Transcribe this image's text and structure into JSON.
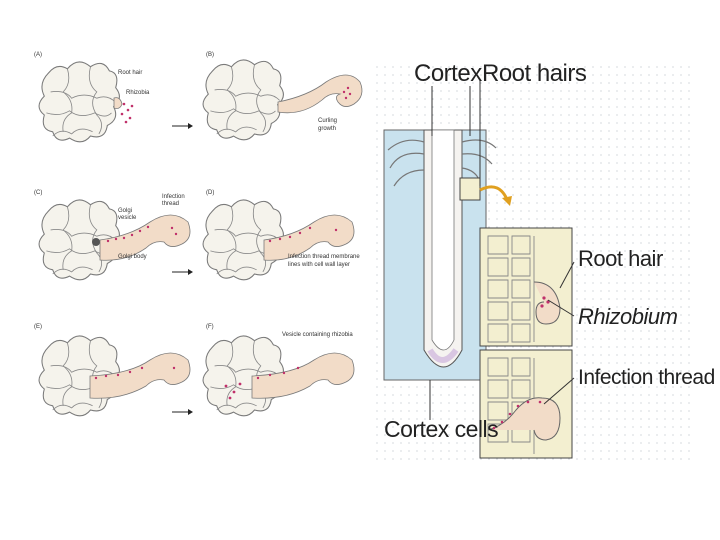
{
  "left_figure": {
    "panels": [
      {
        "letter": "(A)",
        "labels": [
          "Root hair",
          "Rhizobia"
        ]
      },
      {
        "letter": "(B)",
        "labels": [
          "Curling",
          "growth"
        ]
      },
      {
        "letter": "(C)",
        "labels": [
          "Infection",
          "thread",
          "Golgi",
          "vesicle",
          "Golgi body"
        ]
      },
      {
        "letter": "(D)",
        "labels": [
          "Infection thread membrane",
          "lines with cell wall layer"
        ]
      },
      {
        "letter": "(E)",
        "labels": []
      },
      {
        "letter": "(F)",
        "labels": [
          "Vesicle containing rhizobia"
        ]
      }
    ]
  },
  "right_figure": {
    "labels": {
      "cortex": "Cortex",
      "root_hairs": "Root hairs",
      "root_hair": "Root hair",
      "rhizobium": "Rhizobium",
      "infection_thread": "Infection thread",
      "cortex_cells": "Cortex cells"
    }
  },
  "colors": {
    "cell_fill": "#f5f3ec",
    "cell_stroke": "#7a7a7a",
    "thread_fill": "#f2dcc8",
    "rhizobia": "#c0306a",
    "root_bg": "#c9e2ee",
    "zoom_bg": "#f3efd0"
  }
}
